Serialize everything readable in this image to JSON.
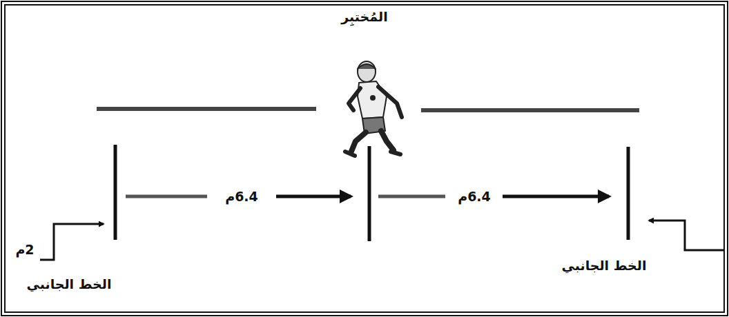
{
  "diagram": {
    "labels": [
      "المُختبِر",
      "6.4م",
      "6.4م",
      "2م",
      "الخط الجانبي",
      "الخط الجانبي"
    ]
  }
}
